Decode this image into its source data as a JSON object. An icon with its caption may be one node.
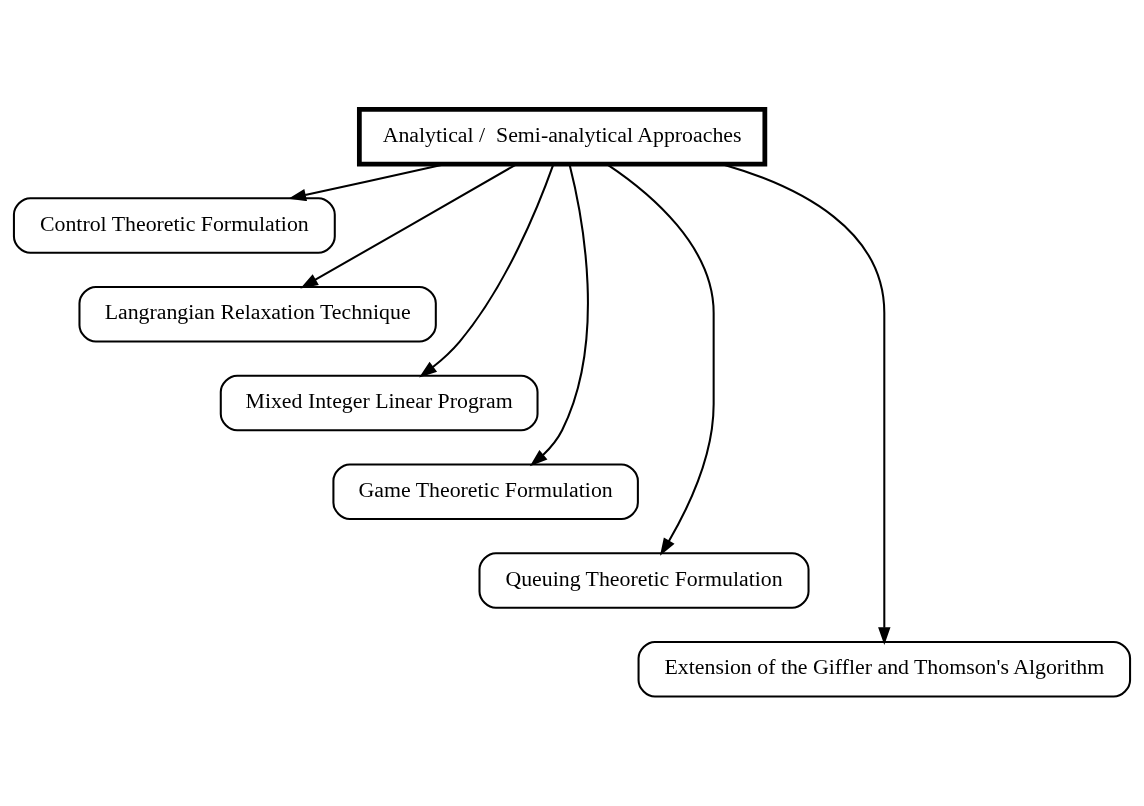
{
  "diagram": {
    "nodes": [
      {
        "text": [
          "Analytical /  Semi-analytical Approaches"
        ]
      },
      {
        "text": [
          "Control Theoretic Formulation"
        ]
      },
      {
        "text": [
          "Langrangian Relaxation Technique"
        ]
      },
      {
        "text": [
          "Mixed Integer Linear Program"
        ]
      },
      {
        "text": [
          "Game Theoretic Formulation"
        ]
      },
      {
        "text": [
          "Queuing Theoretic Formulation"
        ]
      },
      {
        "text": [
          "Extension of the Giffler and Thomson's Algorithm"
        ]
      }
    ],
    "edges": [
      {
        "from": 0,
        "to": 1,
        "arrow": "to"
      },
      {
        "from": 0,
        "to": 2,
        "arrow": "to"
      },
      {
        "from": 0,
        "to": 3,
        "arrow": "to"
      },
      {
        "from": 0,
        "to": 4,
        "arrow": "to"
      },
      {
        "from": 0,
        "to": 5,
        "arrow": "to"
      },
      {
        "from": 0,
        "to": 6,
        "arrow": "to"
      }
    ]
  }
}
